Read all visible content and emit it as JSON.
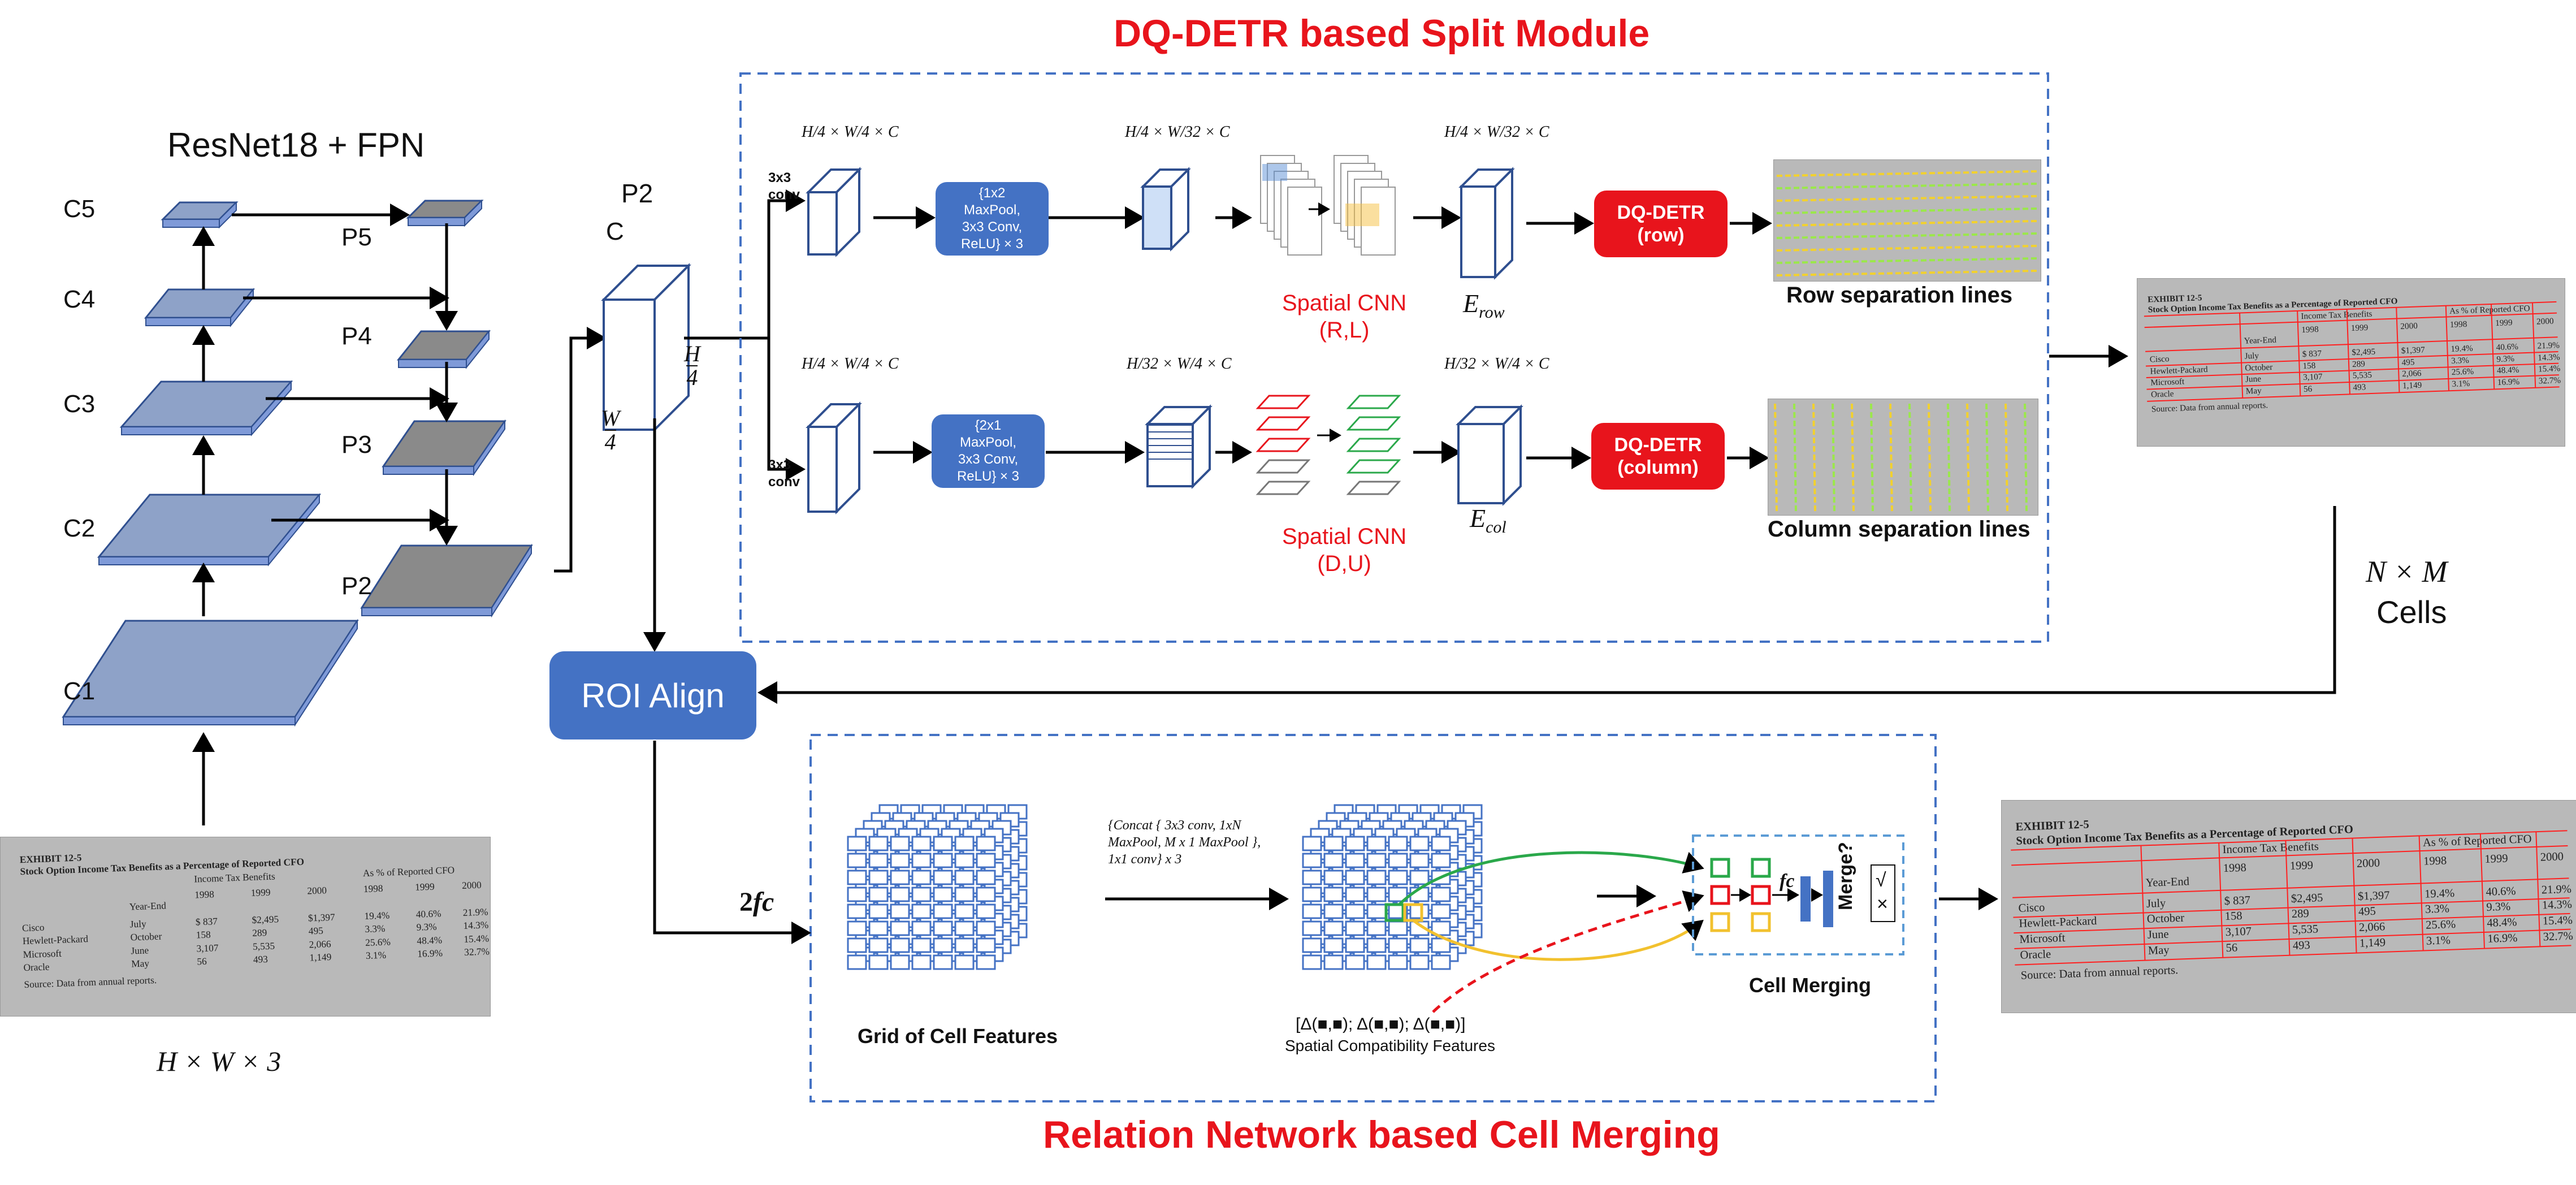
{
  "titles": {
    "split": "DQ-DETR based Split Module",
    "merge": "Relation Network based Cell Merging"
  },
  "backbone": {
    "title": "ResNet18 + FPN",
    "c_labels": [
      "C5",
      "C4",
      "C3",
      "C2",
      "C1"
    ],
    "p_labels": [
      "P5",
      "P4",
      "P3",
      "P2"
    ],
    "input_dims": "H × W × 3"
  },
  "p2_block": {
    "label": "P2",
    "channel": "C",
    "h_num": "H",
    "h_den": "4",
    "w_num": "W",
    "w_den": "4"
  },
  "row_branch": {
    "conv_label": "3x3\nconv",
    "in_dims": "H/4 × W/4 × C",
    "pool_box": "{1x2\nMaxPool,\n3x3 Conv,\nReLU} × 3",
    "mid_dims": "H/4 × W/32 × C",
    "scnn_label": "Spatial CNN\n(R,L)",
    "out_dims": "H/4 × W/32 × C",
    "feature": "E",
    "feature_sub": "row",
    "detr_box": "DQ-DETR\n(row)",
    "caption": "Row separation lines"
  },
  "col_branch": {
    "conv_label": "3x3\nconv",
    "in_dims": "H/4 × W/4 × C",
    "pool_box": "{2x1\nMaxPool,\n3x3 Conv,\nReLU} × 3",
    "mid_dims": "H/32 × W/4 × C",
    "scnn_label": "Spatial CNN\n(D,U)",
    "out_dims": "H/32 × W/4 × C",
    "feature": "E",
    "feature_sub": "col",
    "detr_box": "DQ-DETR\n(column)",
    "caption": "Column separation lines"
  },
  "cells": {
    "line1": "N × M",
    "line2": "Cells"
  },
  "roi": {
    "label": "ROI Align"
  },
  "fc": {
    "label": "2fc"
  },
  "merge_module": {
    "grid_caption": "Grid of Cell Features",
    "concat_text": "{Concat { 3x3 conv, 1xN MaxPool, M x 1 MaxPool }, 1x1 conv} x 3",
    "spatial_features": "[Δ(■,■); Δ(■,■); Δ(■,■)]",
    "spatial_caption": "Spatial Compatibility Features",
    "cell_merging": "Cell Merging",
    "fc_label": "fc",
    "merge_q": "Merge?",
    "check": "√",
    "cross": "×"
  },
  "table": {
    "exhibit": "EXHIBIT 12-5",
    "title": "Stock Option Income Tax Benefits as a Percentage of Reported CFO",
    "group1": "Income Tax Benefits",
    "group2": "As % of Reported CFO",
    "year_end": "Year-End",
    "years": [
      "1998",
      "1999",
      "2000",
      "1998",
      "1999",
      "2000"
    ],
    "rows": [
      [
        "Cisco",
        "July",
        "$ 837",
        "$2,495",
        "$1,397",
        "19.4%",
        "40.6%",
        "21.9%"
      ],
      [
        "Hewlett-Packard",
        "October",
        "158",
        "289",
        "495",
        "3.3%",
        "9.3%",
        "14.3%"
      ],
      [
        "Microsoft",
        "June",
        "3,107",
        "5,535",
        "2,066",
        "25.6%",
        "48.4%",
        "15.4%"
      ],
      [
        "Oracle",
        "May",
        "56",
        "493",
        "1,149",
        "3.1%",
        "16.9%",
        "32.7%"
      ]
    ],
    "source": "Source: Data from annual reports."
  },
  "colors": {
    "red": "#e8141c",
    "blue": "#4472c4",
    "dashed_border": "#4472c4",
    "green_curve": "#2aa84a",
    "yellow_curve": "#f2c12e",
    "table_lines": "#ff2020"
  }
}
